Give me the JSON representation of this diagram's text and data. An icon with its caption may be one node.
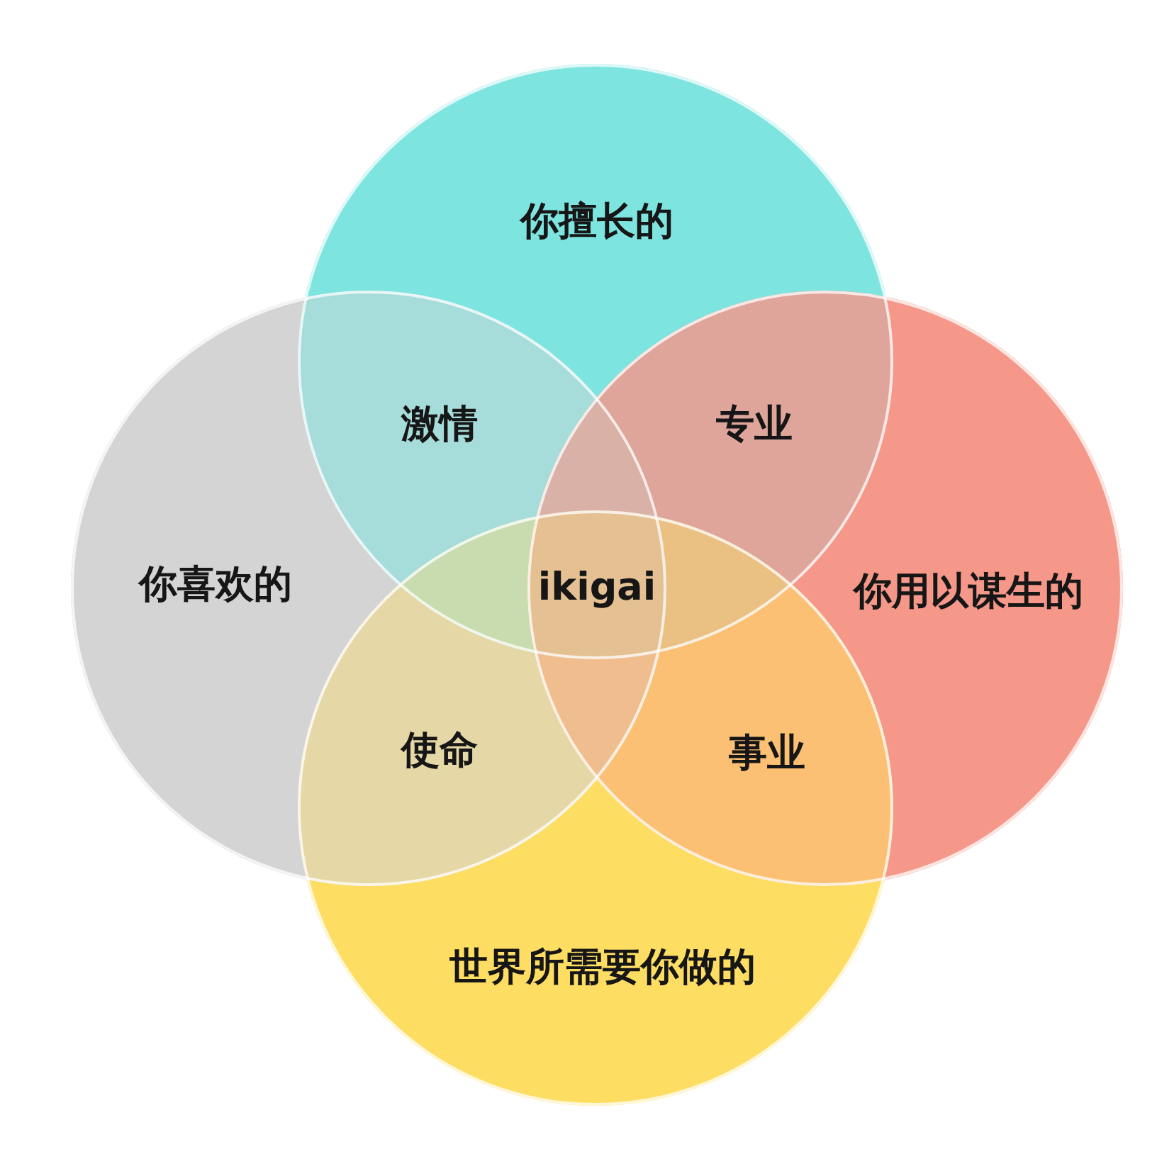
{
  "diagram": {
    "nodes": [
      {
        "text": [
          "你擅长的"
        ]
      },
      {
        "text": [
          "你喜欢的"
        ]
      },
      {
        "text": [
          "你用以谋生的"
        ]
      },
      {
        "text": [
          "世界所需要你做的"
        ]
      }
    ],
    "labels": [
      "激情",
      "专业",
      "ikigai",
      "使命",
      "事业"
    ]
  }
}
